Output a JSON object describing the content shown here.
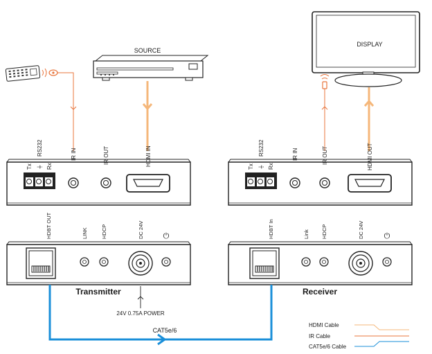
{
  "labels": {
    "source": "SOURCE",
    "display": "DISPLAY",
    "transmitter": "Transmitter",
    "receiver": "Receiver",
    "power": "24V 0.75A POWER",
    "cable": "CAT5e/6"
  },
  "tx_front": {
    "tx": "Tx",
    "gnd": "⏚",
    "rs232": "RS232",
    "rx": "Rx",
    "ir_in": "IR IN",
    "ir_out": "IR OUT",
    "hdmi_in": "HDMI IN"
  },
  "rx_front": {
    "tx": "Tx",
    "gnd": "⏚",
    "rs232": "RS232",
    "rx": "Rx",
    "ir_in": "IR IN",
    "ir_out": "IR OUT",
    "hdmi_out": "HDMI OUT"
  },
  "tx_back": {
    "hdbt": "HDBT OUT",
    "link": "LINK",
    "hdcp": "HDCP",
    "dc": "DC 24V",
    "power_sym": "⏻"
  },
  "rx_back": {
    "hdbt": "HDBT In",
    "link": "Link",
    "hdcp": "HDCP",
    "dc": "DC 24V",
    "power_sym": "⏻"
  },
  "legend": {
    "hdmi": "HDMI Cable",
    "ir": "IR Cable",
    "cat": "CAT5e/6 Cable"
  },
  "colors": {
    "hdmi": "#f5b77a",
    "ir": "#e8743b",
    "cat": "#1a8fd9",
    "panel_stroke": "#222222"
  }
}
